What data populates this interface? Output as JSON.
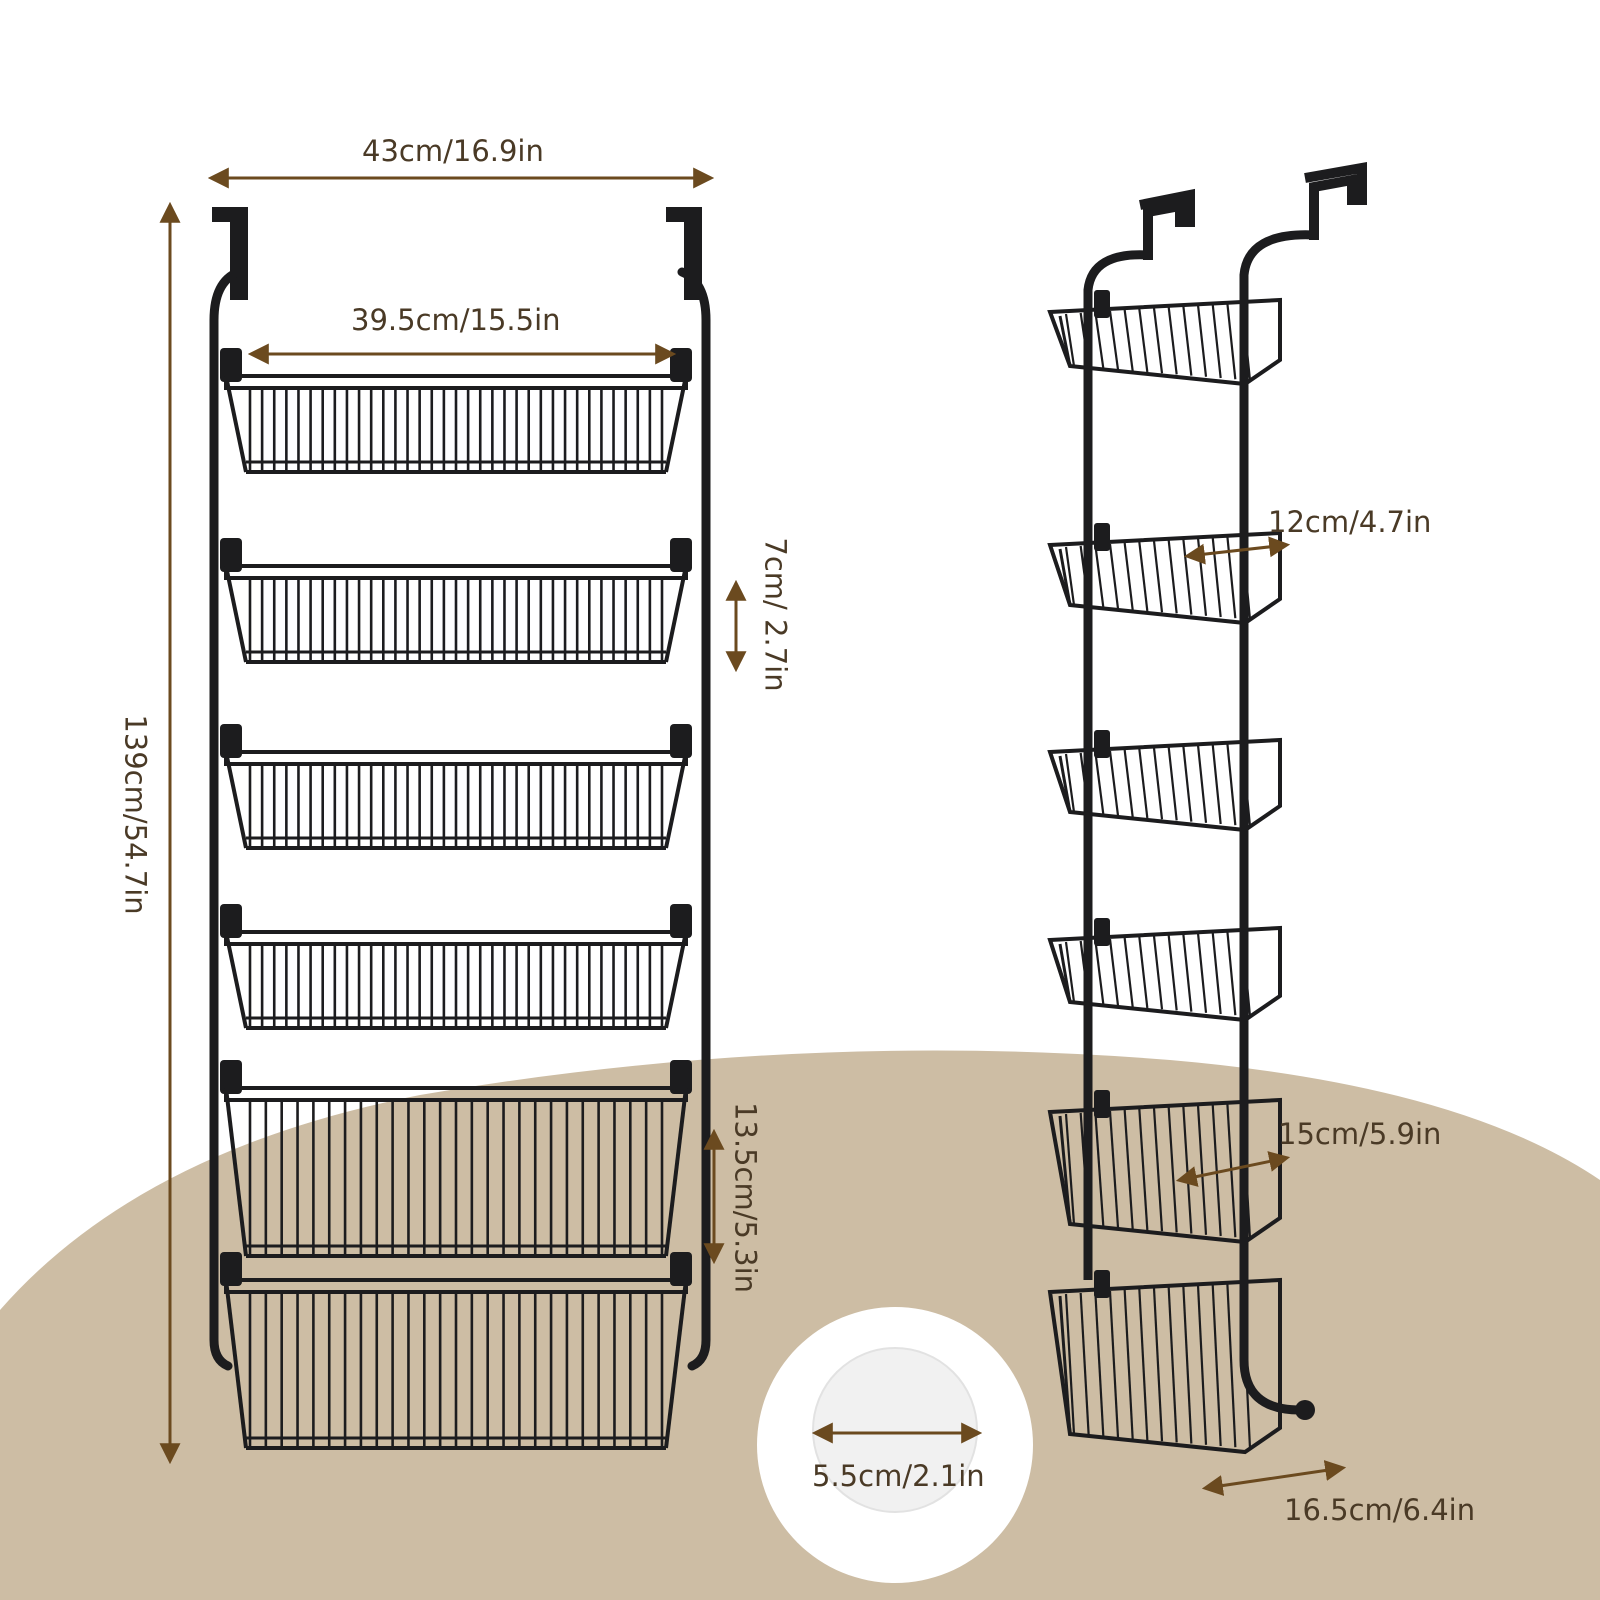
{
  "colors": {
    "background": "#ffffff",
    "floor": "#cdbda4",
    "rack": "#1c1c1e",
    "dimension_arrow": "#6b4a1f",
    "dimension_text": "#4a3a26",
    "adhesive_pad": "#ffffff"
  },
  "front_view": {
    "width_label": "43cm/16.9in",
    "inner_width_label": "39.5cm/15.5in",
    "height_label": "139cm/54.7in",
    "small_basket_depth_label": "7cm/ 2.7in",
    "large_basket_depth_label": "13.5cm/5.3in",
    "small_basket_count": 4,
    "large_basket_count": 2
  },
  "side_view": {
    "small_basket_width_label": "12cm/4.7in",
    "large_basket_width_label": "15cm/5.9in",
    "base_width_label": "16.5cm/6.4in",
    "basket_count": 6
  },
  "adhesive_pad": {
    "diameter_label": "5.5cm/2.1in"
  }
}
